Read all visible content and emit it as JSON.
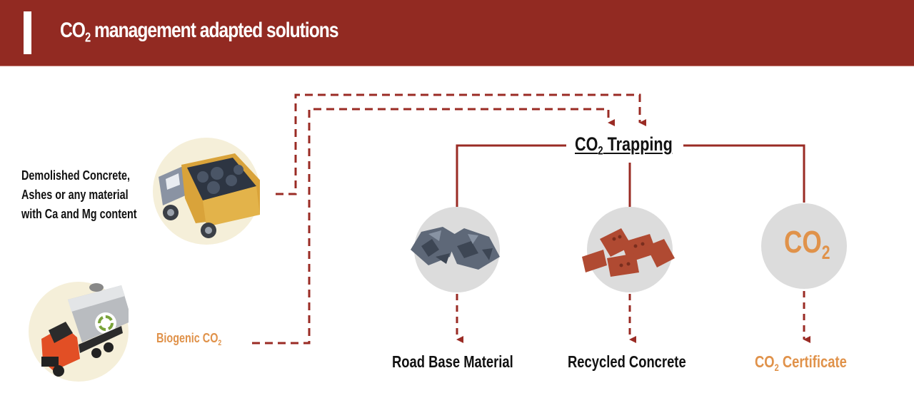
{
  "header": {
    "title_prefix": "CO",
    "title_sub": "2",
    "title_rest": " management adapted solutions"
  },
  "inputs": {
    "material": {
      "lines": [
        "Demolished Concrete,",
        "Ashes or any material",
        "with Ca and Mg content"
      ],
      "icon": "dump-truck-icon"
    },
    "biogenic": {
      "prefix": "Biogenic CO",
      "sub": "2",
      "icon": "tanker-truck-icon"
    }
  },
  "process": {
    "prefix": "CO",
    "sub": "2",
    "rest": " Trapping"
  },
  "outputs": [
    {
      "label": "Road Base Material",
      "icon": "rubble-icon"
    },
    {
      "label": "Recycled Concrete",
      "icon": "bricks-icon"
    },
    {
      "prefix": "CO",
      "sub": "2",
      "rest": " Certificate",
      "icon": "co2-icon",
      "icon_text": "CO",
      "icon_sub": "2"
    }
  ],
  "colors": {
    "header": "#922a22",
    "line": "#9a2b24",
    "accent_orange": "#e0924a",
    "circle_gray": "#dcdcdc",
    "circle_cream": "#f5efd9",
    "text": "#111111"
  }
}
